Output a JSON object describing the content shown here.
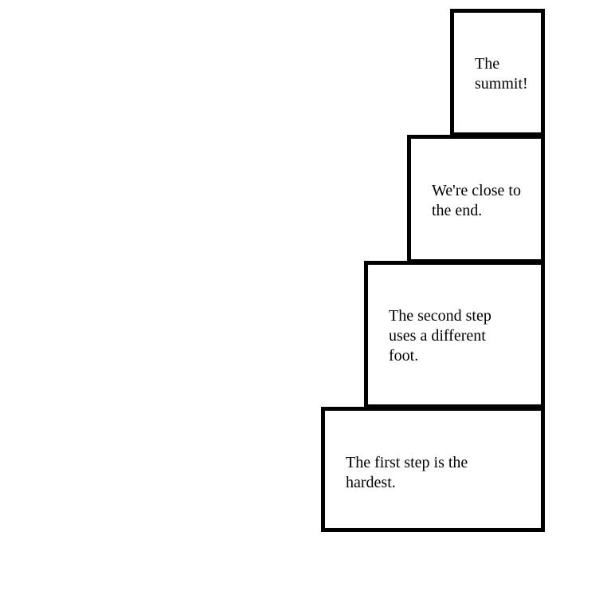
{
  "steps": [
    {
      "text": "The first step is the hardest."
    },
    {
      "text": "The second step uses a different foot."
    },
    {
      "text": "We're close to the end."
    },
    {
      "text": "The summit!"
    }
  ],
  "colors": {
    "border": "#000000",
    "background": "#ffffff",
    "text": "#000000"
  }
}
